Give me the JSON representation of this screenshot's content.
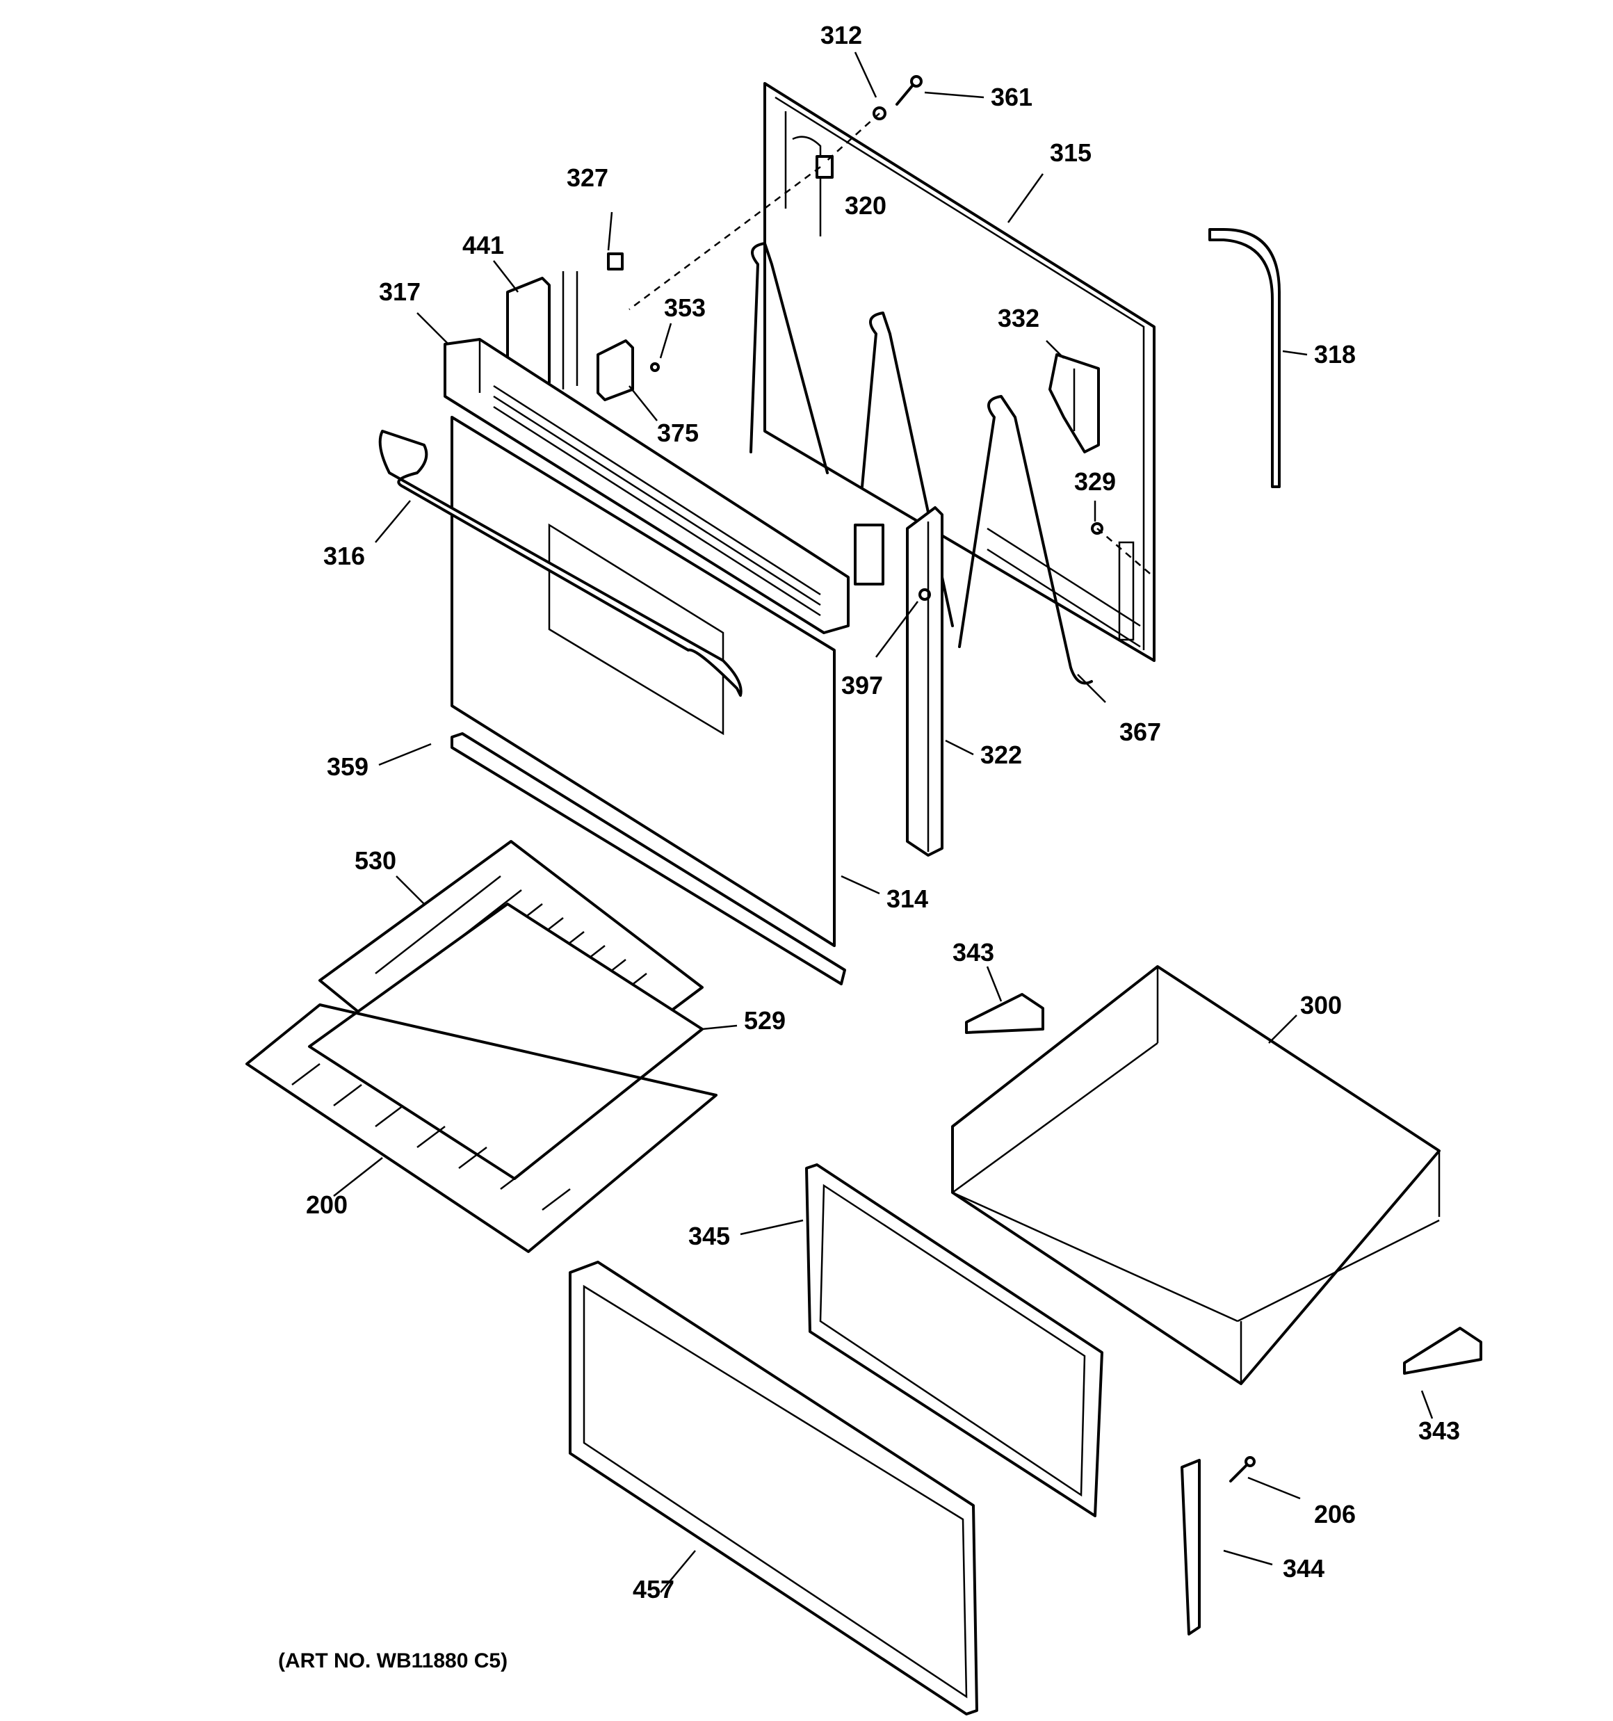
{
  "diagram": {
    "art_number": "(ART NO. WB11880 C5)",
    "callouts": [
      {
        "id": "c312",
        "text": "312"
      },
      {
        "id": "c361",
        "text": "361"
      },
      {
        "id": "c315",
        "text": "315"
      },
      {
        "id": "c320",
        "text": "320"
      },
      {
        "id": "c327",
        "text": "327"
      },
      {
        "id": "c441",
        "text": "441"
      },
      {
        "id": "c317",
        "text": "317"
      },
      {
        "id": "c353",
        "text": "353"
      },
      {
        "id": "c332",
        "text": "332"
      },
      {
        "id": "c318",
        "text": "318"
      },
      {
        "id": "c375",
        "text": "375"
      },
      {
        "id": "c329",
        "text": "329"
      },
      {
        "id": "c316",
        "text": "316"
      },
      {
        "id": "c397",
        "text": "397"
      },
      {
        "id": "c367",
        "text": "367"
      },
      {
        "id": "c322",
        "text": "322"
      },
      {
        "id": "c359",
        "text": "359"
      },
      {
        "id": "c530",
        "text": "530"
      },
      {
        "id": "c314",
        "text": "314"
      },
      {
        "id": "c343a",
        "text": "343"
      },
      {
        "id": "c300",
        "text": "300"
      },
      {
        "id": "c529",
        "text": "529"
      },
      {
        "id": "c200",
        "text": "200"
      },
      {
        "id": "c345",
        "text": "345"
      },
      {
        "id": "c343b",
        "text": "343"
      },
      {
        "id": "c206",
        "text": "206"
      },
      {
        "id": "c344",
        "text": "344"
      },
      {
        "id": "c457",
        "text": "457"
      }
    ]
  }
}
